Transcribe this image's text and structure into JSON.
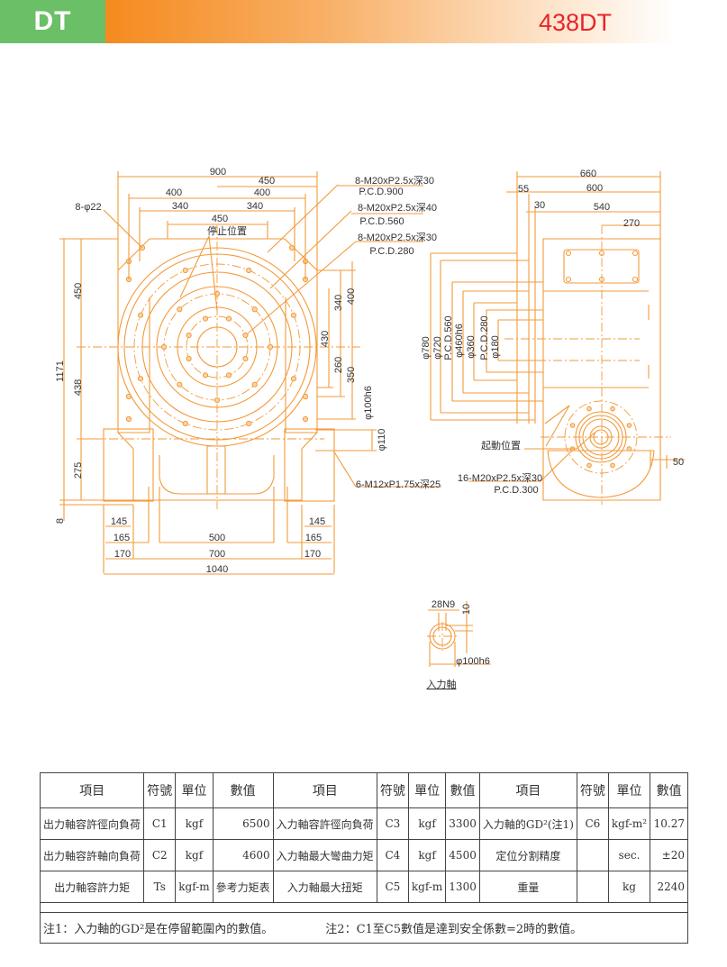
{
  "header": {
    "series": "DT",
    "model": "438DT"
  },
  "front_view": {
    "dims_top": [
      "900",
      "450",
      "400",
      "400",
      "340",
      "340",
      "450"
    ],
    "stop_position": "停止位置",
    "holes_label": "8-φ22",
    "callouts": [
      {
        "thread": "8-M20xP2.5x深30",
        "pcd": "P.C.D.900"
      },
      {
        "thread": "8-M20xP2.5x深40",
        "pcd": "P.C.D.560"
      },
      {
        "thread": "8-M20xP2.5x深30",
        "pcd": "P.C.D.280"
      }
    ],
    "dims_left": [
      "450",
      "1171",
      "438",
      "275",
      "8"
    ],
    "dims_right": [
      "340",
      "400",
      "430",
      "260",
      "350",
      "φ100h6",
      "φ110"
    ],
    "base_thread": "6-M12xP1.75x深25",
    "dims_bottom": [
      "145",
      "145",
      "165",
      "165",
      "500",
      "170",
      "700",
      "170",
      "1040"
    ]
  },
  "side_view": {
    "dims_top": [
      "660",
      "55",
      "600",
      "30",
      "540",
      "270"
    ],
    "dims_vertical": [
      "φ780",
      "φ720",
      "P.C.D.560",
      "φ460h6",
      "φ360",
      "P.C.D.280",
      "φ180"
    ],
    "start_position": "起動位置",
    "dim_50": "50",
    "callout": {
      "thread": "16-M20xP2.5x深30",
      "pcd": "P.C.D.300"
    }
  },
  "input_shaft": {
    "keyway": "28N9",
    "depth": "10",
    "diameter": "φ100h6",
    "title": "入力軸"
  },
  "spec_table": {
    "headers": [
      "項目",
      "符號",
      "單位",
      "數值",
      "項目",
      "符號",
      "單位",
      "數值",
      "項目",
      "符號",
      "單位",
      "數值"
    ],
    "rows": [
      [
        "出力軸容許徑向負荷",
        "C1",
        "kgf",
        "6500",
        "入力軸容許徑向負荷",
        "C3",
        "kgf",
        "3300",
        "入力軸的GD²(注1)",
        "C6",
        "kgf-m²",
        "10.27"
      ],
      [
        "出力軸容許軸向負荷",
        "C2",
        "kgf",
        "4600",
        "入力軸最大彎曲力矩",
        "C4",
        "kgf",
        "4500",
        "定位分割精度",
        "",
        "sec.",
        "±20"
      ],
      [
        "出力軸容許力矩",
        "Ts",
        "kgf-m",
        "參考力矩表",
        "入力軸最大扭矩",
        "C5",
        "kgf-m",
        "1300",
        "重量",
        "",
        "kg",
        "2240"
      ]
    ],
    "note1": "注1：入力軸的GD²是在停留範圍內的數值。",
    "note2": "注2：C1至C5數值是達到安全係數=2時的數值。"
  }
}
